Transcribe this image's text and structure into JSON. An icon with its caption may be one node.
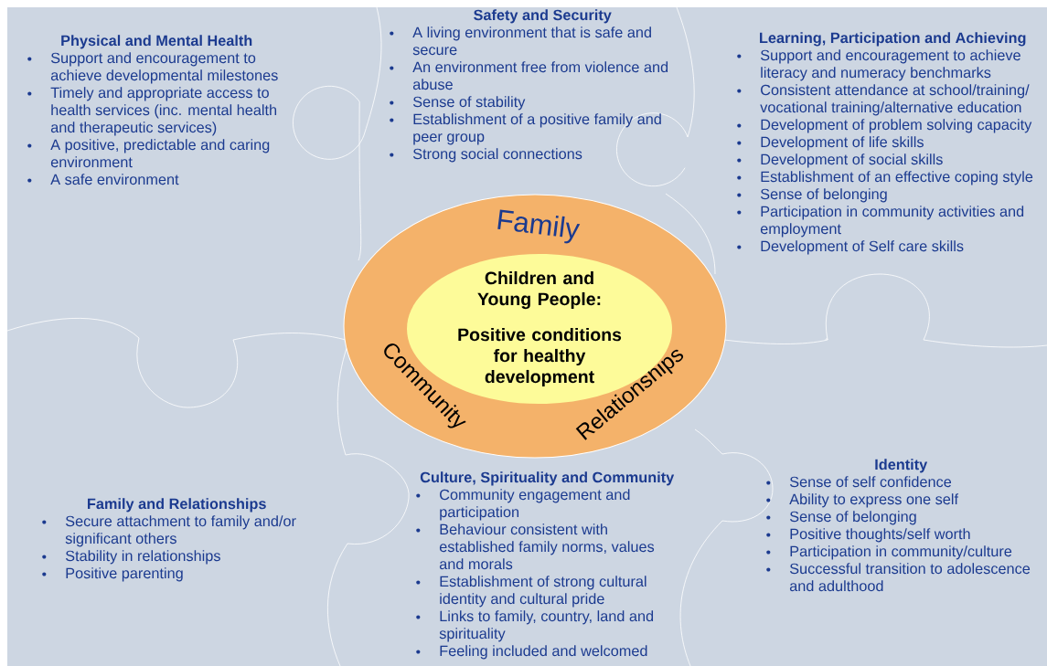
{
  "diagram": {
    "nodes": [
      {
        "text": [
          "Physical and Mental Health",
          "Support and encouragement to achieve developmental milestones",
          "Timely and appropriate access to health services (inc. mental health and therapeutic services)",
          "A positive, predictable and caring environment",
          "A safe environment"
        ]
      },
      {
        "text": [
          "Safety and Security",
          "A living environment that is safe and secure",
          "An environment free from violence and abuse",
          "Sense of stability",
          "Establishment of a positive family and peer group",
          "Strong social  connections"
        ]
      },
      {
        "text": [
          "Learning, Participation and Achieving",
          "Support and encouragement to achieve literacy and numeracy benchmarks",
          "Consistent attendance at school/training/ vocational training/alternative education",
          "Development of problem solving capacity",
          "Development of life skills",
          "Development of social skills",
          "Establishment of an effective coping style",
          "Sense of belonging",
          "Participation in community activities and employment",
          "Development of Self care skills"
        ]
      },
      {
        "text": [
          "Family",
          "Community",
          "Relationships"
        ]
      },
      {
        "text": [
          "Children and Young People:",
          "Positive conditions for healthy development"
        ],
        "in": 3
      },
      {
        "text": [
          "Family and Relationships",
          "Secure attachment to family and/or significant others",
          "Stability in relationships",
          "Positive parenting"
        ]
      },
      {
        "text": [
          "Culture, Spirituality and Community",
          "Community engagement and participation",
          "Behaviour consistent with established family norms, values and morals",
          "Establishment of strong cultural identity and cultural pride",
          "Links to family, country, land and spirituality",
          "Feeling included and welcomed"
        ]
      },
      {
        "text": [
          "Identity",
          "Sense of self confidence",
          "Ability to express one self",
          "Sense of belonging",
          "Positive thoughts/self worth",
          "Participation in community/culture",
          "Successful transition to adolescence and adulthood"
        ]
      }
    ]
  }
}
